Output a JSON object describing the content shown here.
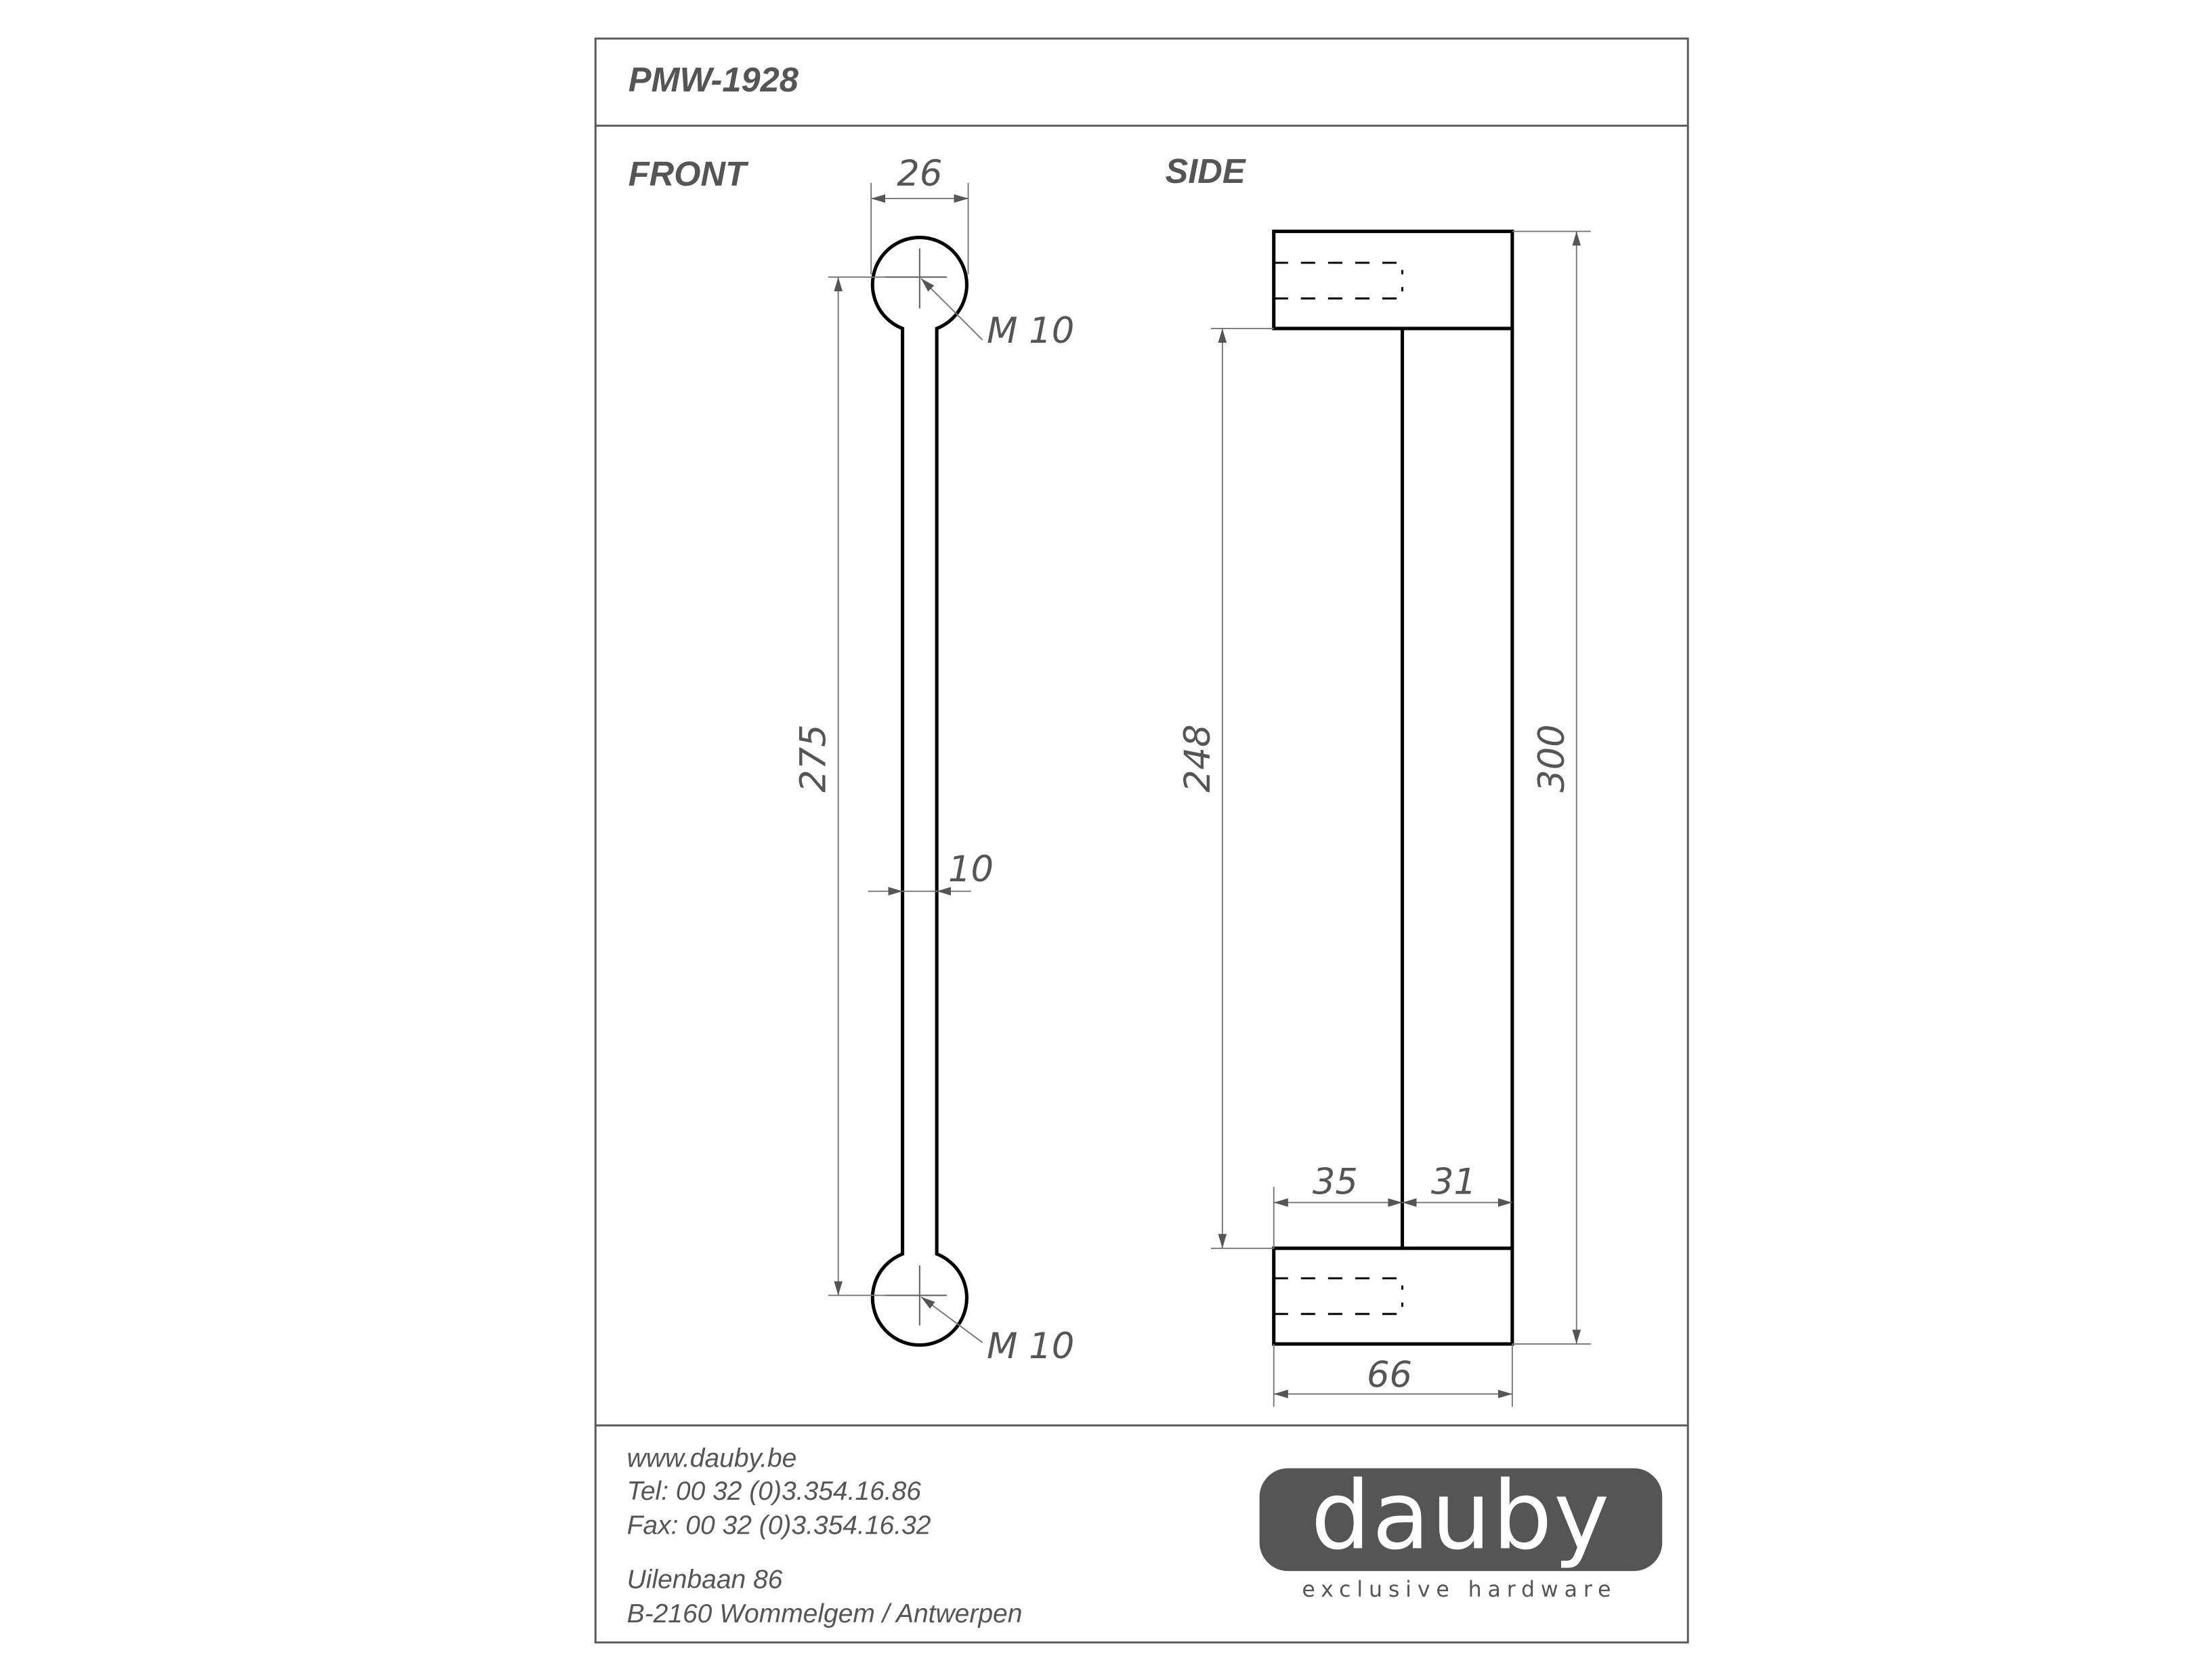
{
  "header": {
    "product_code": "PMW-1928"
  },
  "views": {
    "front": {
      "label": "FRONT",
      "dimensions": {
        "head_diameter": "26",
        "thread_top": "M 10",
        "thread_bottom": "M 10",
        "center_distance": "275",
        "bar_diameter": "10"
      }
    },
    "side": {
      "label": "SIDE",
      "dimensions": {
        "inner_length": "248",
        "overall_length": "300",
        "projection_inner": "35",
        "bar_width": "31",
        "overall_depth": "66"
      }
    }
  },
  "footer": {
    "website": "www.dauby.be",
    "tel": "Tel: 00 32 (0)3.354.16.86",
    "fax": "Fax: 00 32 (0)3.354.16.32",
    "address_line1": "Uilenbaan 86",
    "address_line2": "B-2160 Wommelgem / Antwerpen"
  },
  "logo": {
    "brand": "dauby",
    "tagline": "exclusive hardware",
    "color": "#555555"
  },
  "colors": {
    "frame": "#5a5a5a",
    "outline": "#000000",
    "dimension": "#555555"
  }
}
